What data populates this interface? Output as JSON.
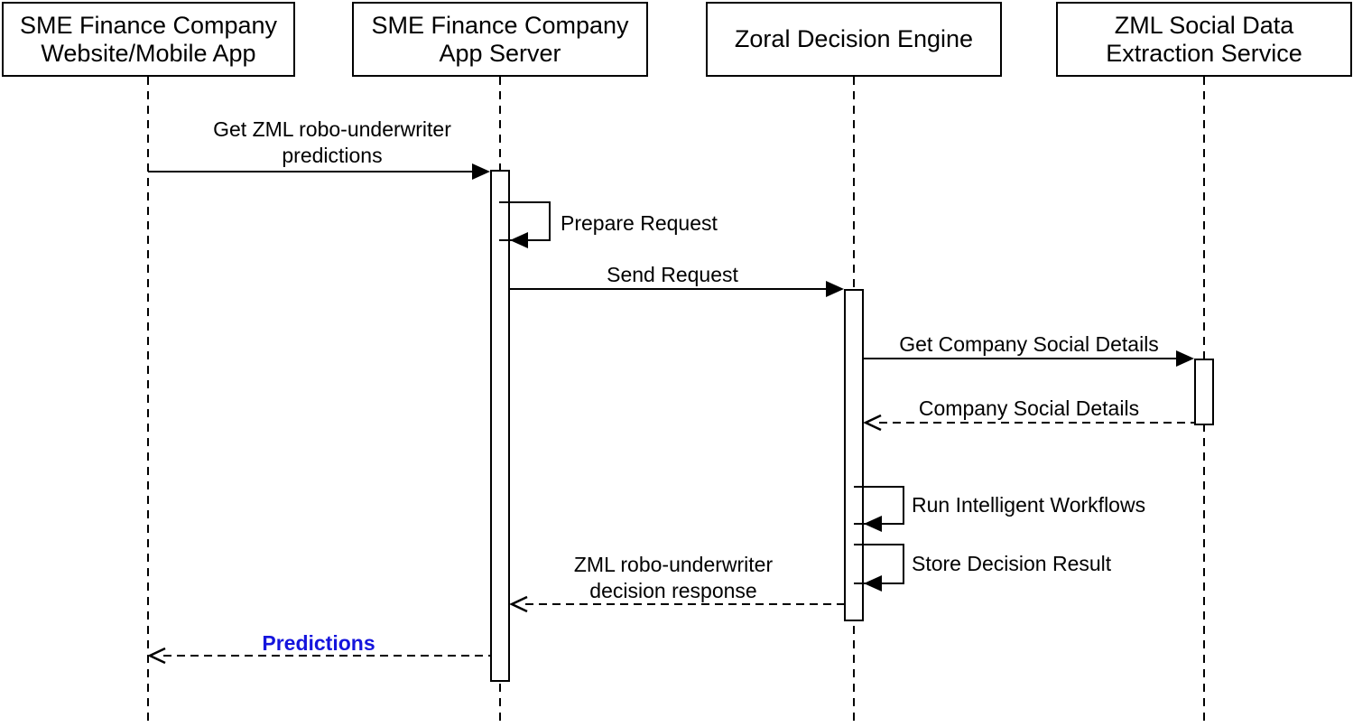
{
  "diagram_type": "uml-sequence-diagram",
  "participants": [
    {
      "line1": "SME Finance Company",
      "line2": "Website/Mobile App"
    },
    {
      "line1": "SME Finance Company",
      "line2": "App Server"
    },
    {
      "line1": "Zoral Decision Engine"
    },
    {
      "line1": "ZML Social Data",
      "line2": "Extraction Service"
    }
  ],
  "messages": {
    "get_predictions": {
      "line1": "Get ZML robo-underwriter",
      "line2": "predictions",
      "from": "SME Finance Company Website/Mobile App",
      "to": "SME Finance Company App Server",
      "kind": "sync-solid-arrow"
    },
    "prepare_request": {
      "label": "Prepare Request",
      "on": "SME Finance Company App Server",
      "kind": "self-message"
    },
    "send_request": {
      "label": "Send Request",
      "from": "SME Finance Company App Server",
      "to": "Zoral Decision Engine",
      "kind": "sync-solid-arrow"
    },
    "get_company_social_details": {
      "label": "Get Company Social Details",
      "from": "Zoral Decision Engine",
      "to": "ZML Social Data Extraction Service",
      "kind": "sync-solid-arrow"
    },
    "company_social_details": {
      "label": "Company Social Details",
      "from": "ZML Social Data Extraction Service",
      "to": "Zoral Decision Engine",
      "kind": "return-dashed-arrow"
    },
    "run_intelligent_workflows": {
      "label": "Run Intelligent Workflows",
      "on": "Zoral Decision Engine",
      "kind": "self-message"
    },
    "store_decision_result": {
      "label": "Store Decision Result",
      "on": "Zoral Decision Engine",
      "kind": "self-message"
    },
    "decision_response": {
      "line1": "ZML robo-underwriter",
      "line2": "decision response",
      "from": "Zoral Decision Engine",
      "to": "SME Finance Company App Server",
      "kind": "return-dashed-arrow"
    },
    "predictions": {
      "label": "Predictions",
      "from": "SME Finance Company App Server",
      "to": "SME Finance Company Website/Mobile App",
      "kind": "return-dashed-arrow"
    }
  },
  "colors": {
    "line": "#000000",
    "background": "#ffffff",
    "box_fill": "#ffffff",
    "text": "#000000",
    "predictions_label": "#1414dd"
  }
}
